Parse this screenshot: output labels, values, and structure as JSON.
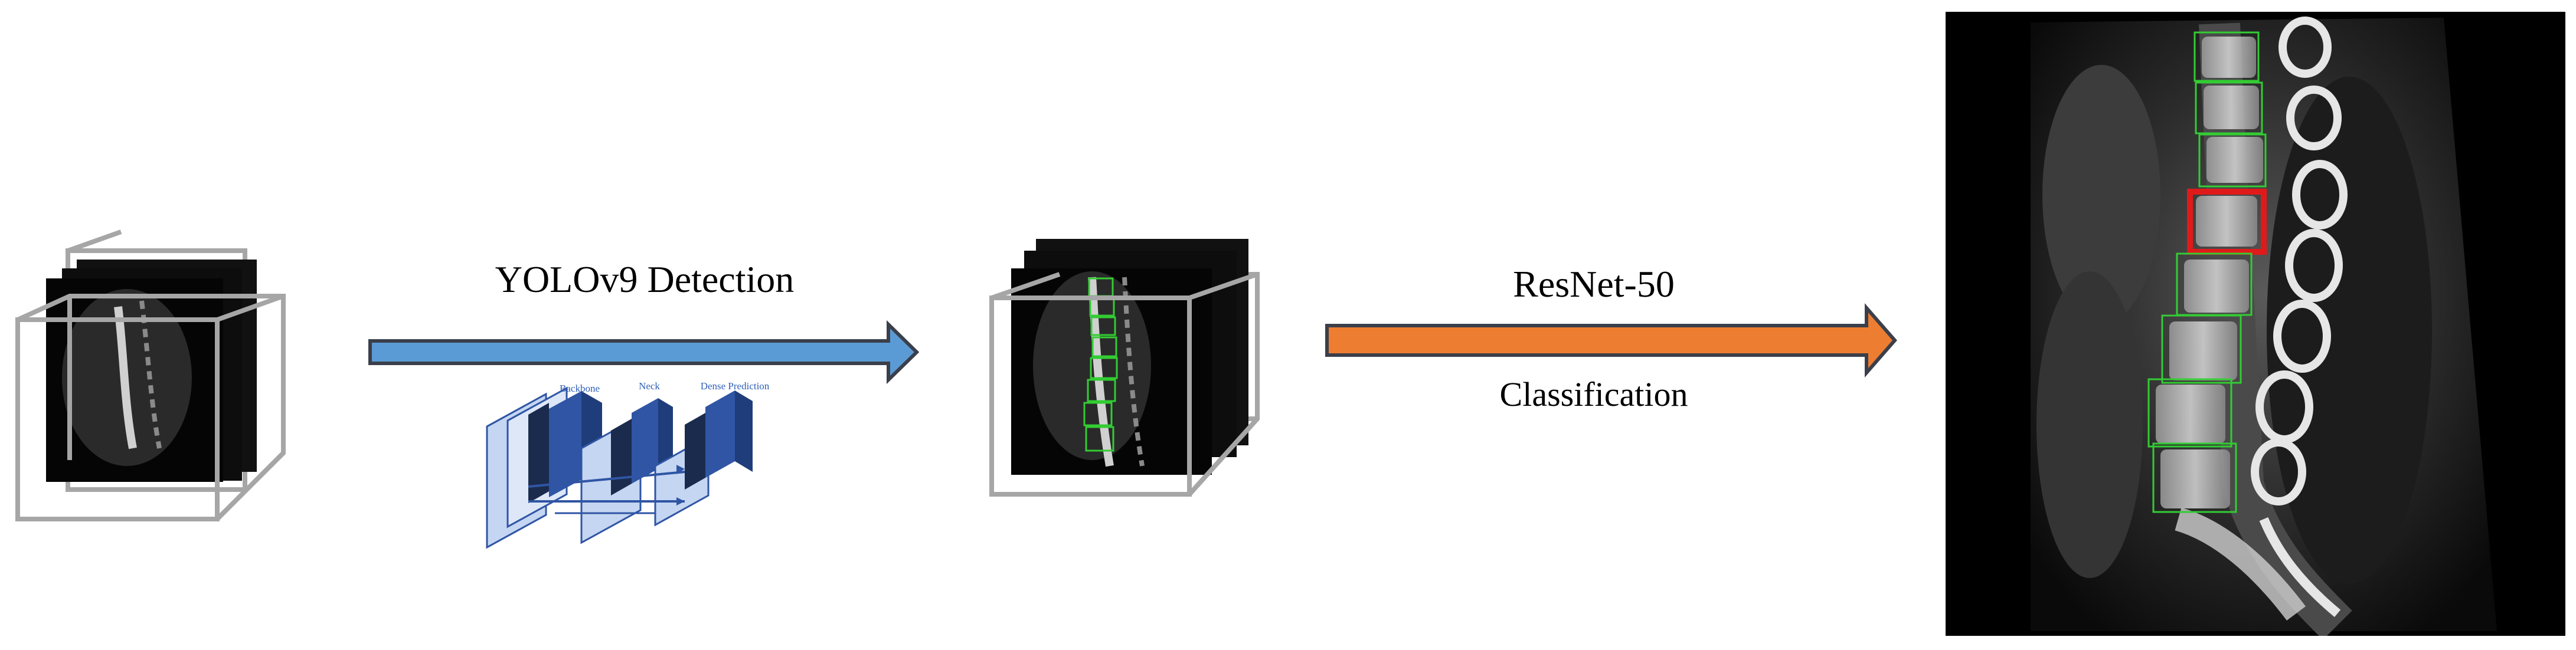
{
  "pipeline": {
    "detection_label": "YOLOv9 Detection",
    "backbone_label": "Backbone",
    "neck_label": "Neck",
    "head_label": "Dense Prediction",
    "model_label": "ResNet-50",
    "task_label": "Classification"
  },
  "colors": {
    "detection_arrow": "#5b9bd5",
    "classification_arrow": "#ed7d31",
    "arrow_outline": "#3a3f4a",
    "box_wireframe": "#a6a6a6",
    "vertebra_box": "#33cc33",
    "flagged_box": "#e01a1a",
    "network_dark": "#2f55a4",
    "network_light": "#c5d6f2"
  },
  "vertebra_boxes": {
    "total": 8,
    "flagged_index": 3
  }
}
